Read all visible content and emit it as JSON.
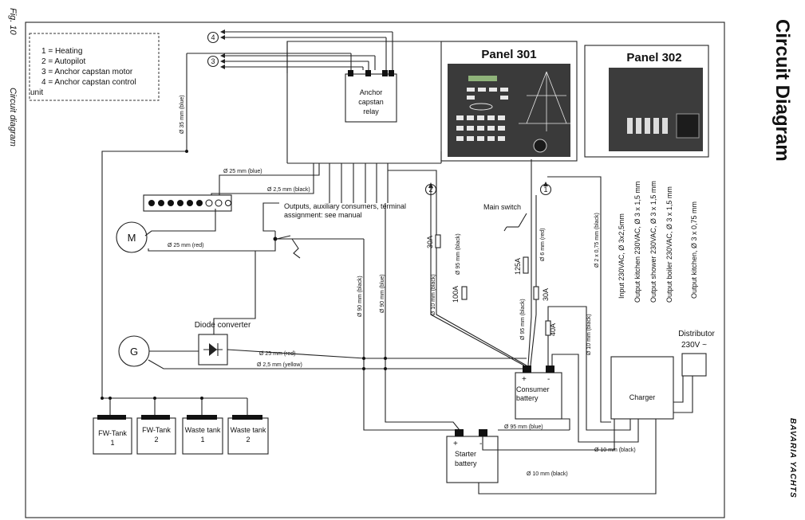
{
  "side": {
    "fig": "Fig. 10",
    "caption": "Circuit diagram",
    "title": "Circuit Diagram",
    "brand": "BAVARIA YACHTS"
  },
  "legend": [
    "1 = Heating",
    "2 = Autopilot",
    "3 = Anchor capstan motor",
    "4 = Anchor capstan control",
    "unit"
  ],
  "panels": {
    "p301": "Panel 301",
    "p302": "Panel 302"
  },
  "components": {
    "relay": [
      "Anchor",
      "capstan",
      "relay"
    ],
    "motor": "M",
    "generator": "G",
    "diode": "Diode converter",
    "consumer": [
      "Consumer",
      "battery"
    ],
    "starter": [
      "Starter",
      "battery"
    ],
    "charger": "Charger",
    "distributor": [
      "Distributor",
      "230V ~"
    ],
    "main_switch": "Main switch",
    "plus": "+",
    "minus": "-",
    "tanks": [
      [
        "FW-Tank",
        "1"
      ],
      [
        "FW-Tank",
        "2"
      ],
      [
        "Waste tank",
        "1"
      ],
      [
        "Waste tank",
        "2"
      ]
    ]
  },
  "circles": [
    "4",
    "3",
    "2",
    "1"
  ],
  "outputs_note": [
    "Outputs, auxiliary consumers, terminal",
    "assignment: see manual"
  ],
  "fuses": [
    "30A",
    "100A",
    "125A",
    "30A",
    "40A"
  ],
  "wires": {
    "w35blue": "Ø 35 mm (blue)",
    "w25blue": "Ø 25 mm (blue)",
    "w25black": "Ø 2,5 mm (black)",
    "w25red_m": "Ø 25 mm (red)",
    "w25red_g": "Ø 25 mm (red)",
    "w25yellow": "Ø 2,5 mm (yellow)",
    "w90black": "Ø 90 mm (black)",
    "w90blue": "Ø 90 mm (blue)",
    "w10black_a": "Ø 10 mm (black)",
    "w95black_a": "Ø 95 mm (black)",
    "w6red": "Ø 6 mm (red)",
    "w95black_b": "Ø 95 mm (black)",
    "w2x075": "Ø 2 x 0,75 mm (black)",
    "w10black_b": "Ø 10 mm (black)",
    "w95blue": "Ø 95 mm (blue)",
    "w10black_c": "Ø 10 mm (black)",
    "w10black_d": "Ø 10 mm (black)"
  },
  "specs": [
    "Input 230VAC,  Ø 3x2,5mm",
    "Output kitchen 230VAC, Ø 3 x 1,5 mm",
    "Output shower 230VAC, Ø 3 x 1,5 mm",
    "Output boiler 230VAC, Ø 3 x 1,5 mm",
    "Output kitchen, Ø 3 x 0,75 mm"
  ]
}
